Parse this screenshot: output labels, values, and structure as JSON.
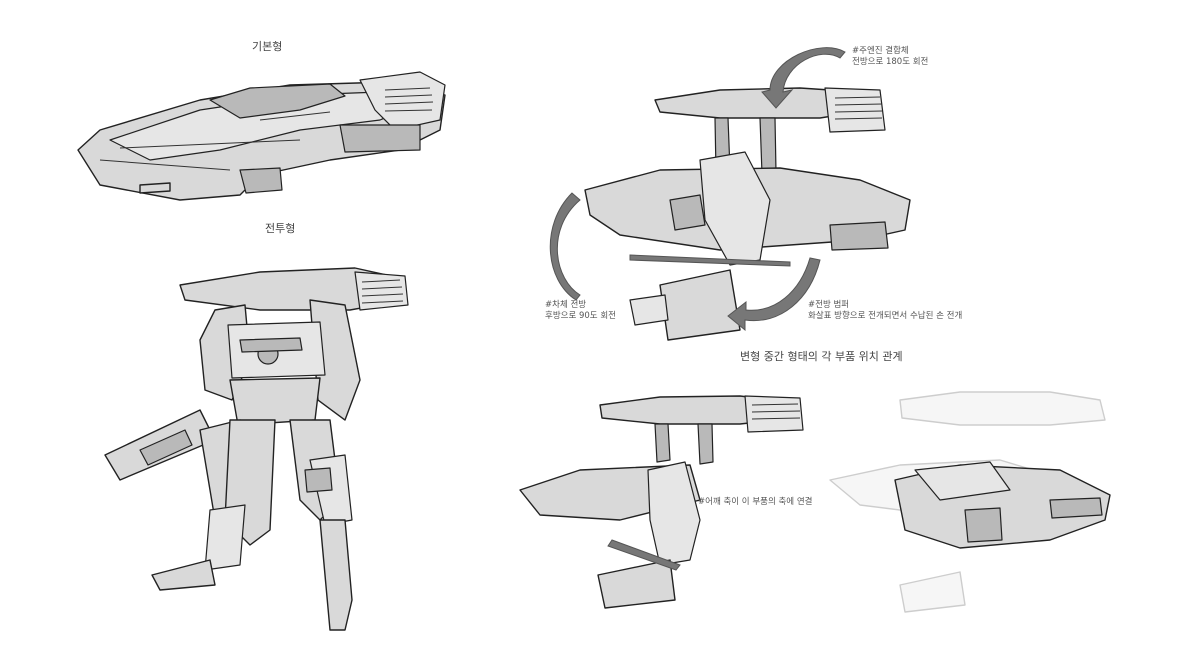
{
  "labels": {
    "basic_form": "기본형",
    "combat_form": "전투형",
    "transform_title": "변형 중간 형태의 각 부품 위치 관계"
  },
  "notes": {
    "engine": [
      "#주엔진 결합체",
      "전방으로 180도 회전"
    ],
    "body": [
      "#차체 전방",
      "후방으로 90도 회전"
    ],
    "bumper": [
      "#전방 범퍼",
      "화살표 방향으로 전개되면서 수납된 손 전개"
    ],
    "shoulder": [
      "#어깨 축이 이 부품의 축에 연결"
    ]
  },
  "colors": {
    "line": "#222222",
    "fill": "#d9d9d9",
    "arrow": "#777777",
    "background": "#ffffff"
  }
}
